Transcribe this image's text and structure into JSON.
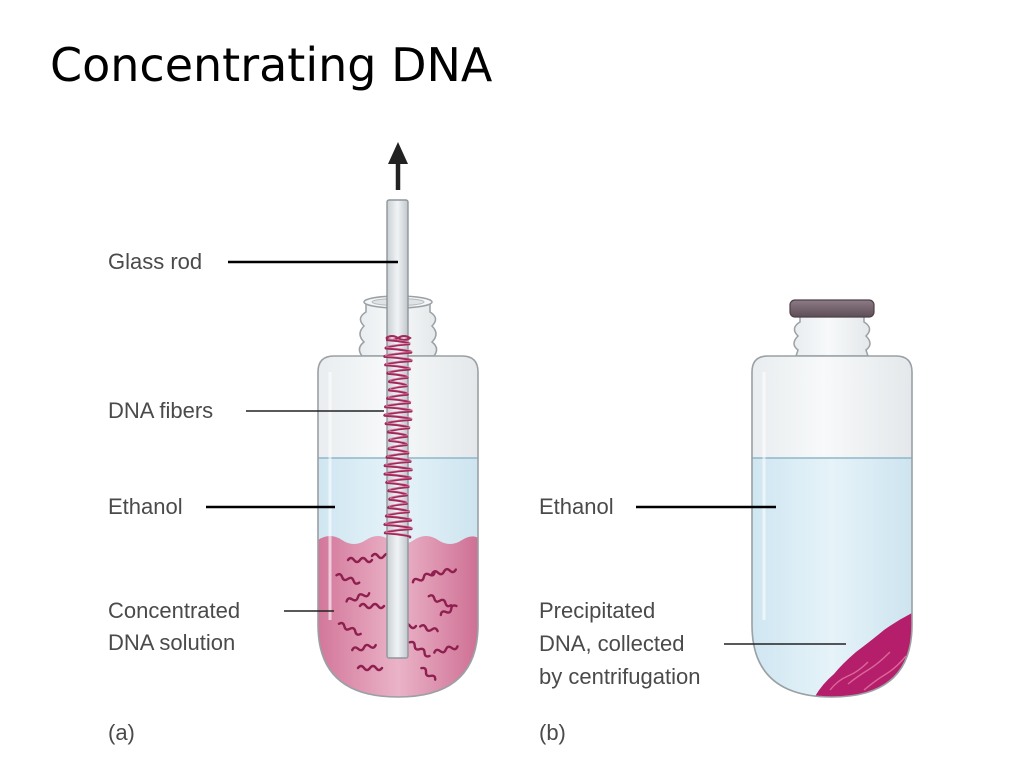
{
  "slide": {
    "title": "Concentrating DNA"
  },
  "panel_a": {
    "label_glass_rod": "Glass rod",
    "label_dna_fibers": "DNA fibers",
    "label_ethanol": "Ethanol",
    "label_solution_line1": "Concentrated",
    "label_solution_line2": "DNA solution",
    "caption": "(a)"
  },
  "panel_b": {
    "label_ethanol": "Ethanol",
    "label_precipitate_line1": "Precipitated",
    "label_precipitate_line2": "DNA, collected",
    "label_precipitate_line3": "by centrifugation",
    "caption": "(b)"
  },
  "colors": {
    "ethanol": "#d9ecf5",
    "dna_solution": "#d9829f",
    "dna_fibers": "#a0285a",
    "precipitate": "#b51e6a",
    "cap": "#7a6872",
    "glass_outline": "#9aa0a4"
  }
}
